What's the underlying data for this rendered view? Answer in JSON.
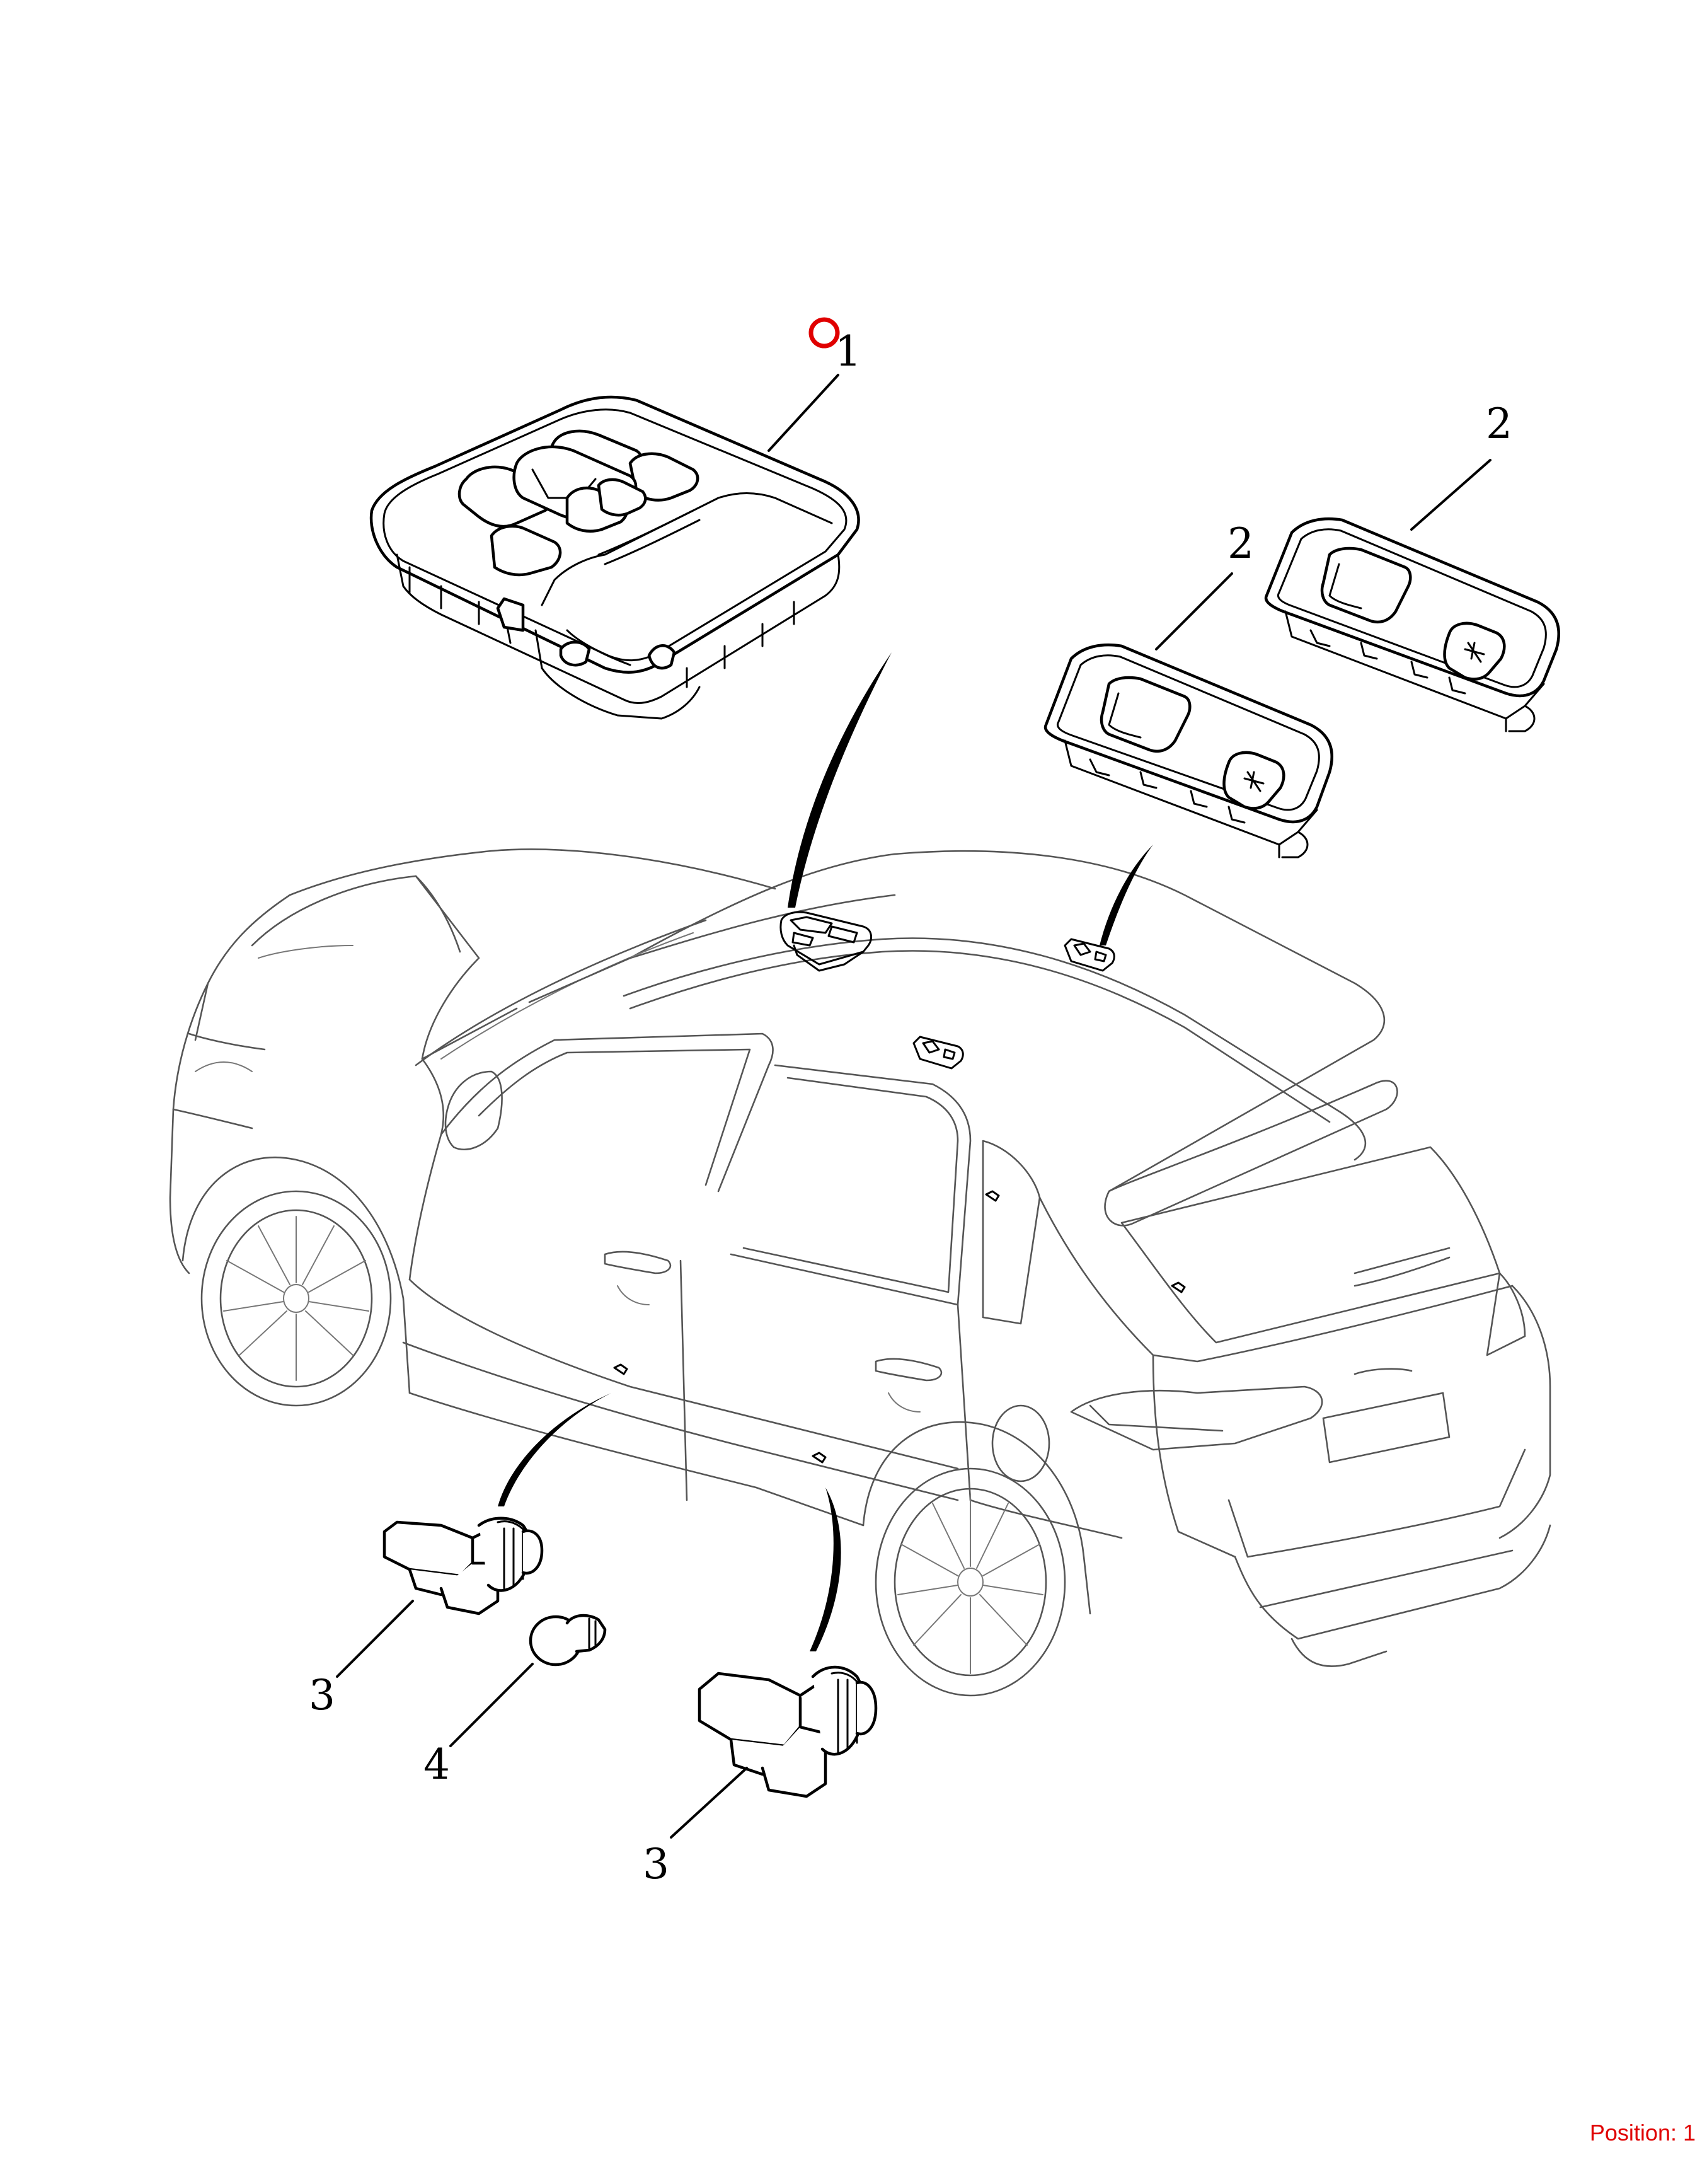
{
  "diagram": {
    "callouts": [
      {
        "id": "1",
        "label": "1"
      },
      {
        "id": "2a",
        "label": "2"
      },
      {
        "id": "2b",
        "label": "2"
      },
      {
        "id": "3a",
        "label": "3"
      },
      {
        "id": "4",
        "label": "4"
      },
      {
        "id": "3b",
        "label": "3"
      }
    ]
  },
  "status": {
    "position_text": "Position: 1",
    "color": "#e00000"
  },
  "marker": {
    "color": "#e00000"
  }
}
